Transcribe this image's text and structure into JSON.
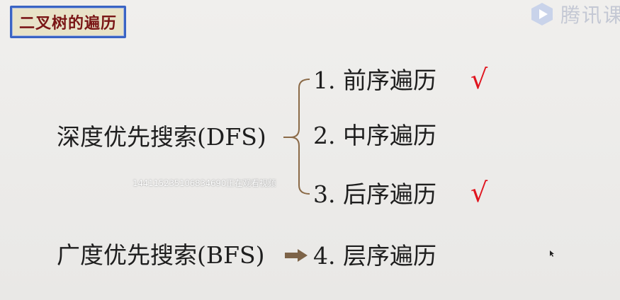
{
  "slide": {
    "title": "二叉树的遍历",
    "brand": {
      "name": "腾讯课",
      "icon": "play-icon"
    },
    "dfs_label": "深度优先搜索(DFS)",
    "bfs_label": "广度优先搜索(BFS)",
    "items": [
      {
        "label": "1. 前序遍历",
        "checked": true
      },
      {
        "label": "2. 中序遍历",
        "checked": false
      },
      {
        "label": "3. 后序遍历",
        "checked": true
      },
      {
        "label": "4. 层序遍历",
        "checked": false
      }
    ],
    "check_mark": "√",
    "watermark": "1441152351068346​90正在观看视频"
  },
  "colors": {
    "background": "#ecebe9",
    "title_text": "#7a1616",
    "title_border": "#3a64c4",
    "title_bg": "#e8e3c8",
    "check": "#e0141e",
    "brace": "#8b6a47",
    "arrow": "#7d6348",
    "brand": "#c4c8d4"
  }
}
